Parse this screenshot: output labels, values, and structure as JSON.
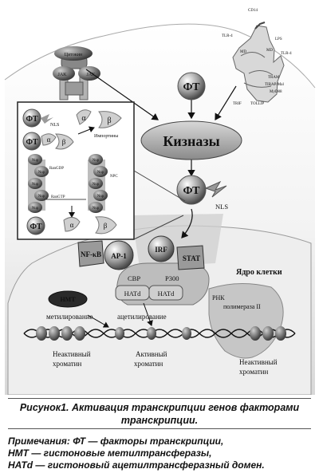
{
  "diagram": {
    "cytokins": "Цитокин",
    "jak": "JAK",
    "ft": "ФТ",
    "kinases": "Кизназы",
    "nls": "NLS",
    "importins": "Импортины",
    "alpha": "α",
    "beta": "β",
    "nup": "Nup",
    "npc": "NPC",
    "rangdp": "RanGDP",
    "rangtp": "RanGTP",
    "receptor": {
      "cd14": "CD14",
      "lps": "LPS",
      "tlr4a": "TLR-4",
      "tlr4b": "TLR-4",
      "md1": "MD",
      "md2": "MD",
      "tram": "TRAM",
      "trap": "TIRAP/Mal",
      "myd88": "MyD88",
      "trif": "TRIF",
      "tollip": "TOLLIP"
    },
    "tfs": [
      "NF-κB",
      "AP-1",
      "IRF",
      "STAT"
    ],
    "nucleus": "Ядро клетки",
    "cbp": "CBP",
    "p300": "P300",
    "hatd": "HATd",
    "hmt": "HMT",
    "methylation": "метилирование",
    "acetylation": "ацетилирование",
    "rna_pol_1": "РНК",
    "rna_pol_2": "полимераза II",
    "inactive": "Неактивный",
    "active": "Активный",
    "chromatin": "хроматин"
  },
  "caption": {
    "line1": "Рисунок1. Активация транскрипции генов факторами",
    "line2": "транскрипции."
  },
  "notes": {
    "n1": "Примечания: ФТ — факторы транскрипции,",
    "n2": "HMT — гистоновые метилтрансферазы,",
    "n3": "HATd — гистоновый ацетилтрансферазный домен."
  },
  "colors": {
    "grey_dark": "#777777",
    "grey_mid": "#a8a8a8",
    "grey_light": "#d6d6d6"
  }
}
